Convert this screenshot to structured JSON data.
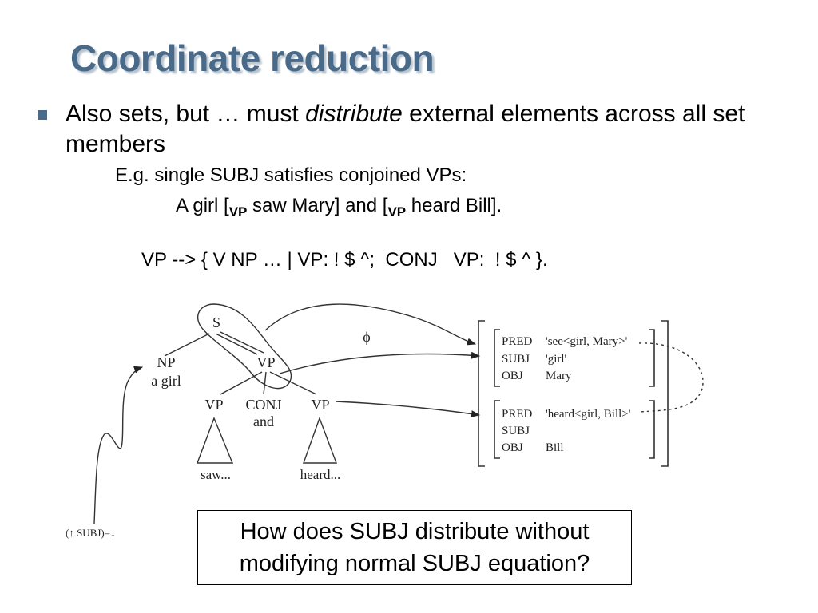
{
  "title": "Coordinate reduction",
  "bullet": {
    "part1": "Also sets, but … must ",
    "italic": "distribute",
    "part2": " external elements across all set members"
  },
  "example": {
    "line1": "E.g. single SUBJ satisfies conjoined VPs:",
    "sent_a": "A girl [",
    "sent_sub1": "VP",
    "sent_b": " saw Mary] and [",
    "sent_sub2": "VP",
    "sent_c": " heard Bill]."
  },
  "rule": "VP --> { V NP … | VP: ! $ ^;  CONJ   VP:  ! $ ^ }.",
  "tree": {
    "s": "S",
    "np": "NP",
    "np_word": "a girl",
    "vp_top": "VP",
    "vp_left": "VP",
    "conj": "CONJ",
    "conj_word": "and",
    "vp_right": "VP",
    "tri_left": "saw...",
    "tri_right": "heard...",
    "phi": "ϕ",
    "annotation": "(↑ SUBJ)=↓"
  },
  "fstructure": {
    "f1": [
      {
        "attr": "PRED",
        "val": "'see<girl, Mary>'"
      },
      {
        "attr": "SUBJ",
        "val": "'girl'"
      },
      {
        "attr": "OBJ",
        "val": "Mary"
      }
    ],
    "f2": [
      {
        "attr": "PRED",
        "val": "'heard<girl, Bill>'"
      },
      {
        "attr": "SUBJ",
        "val": ""
      },
      {
        "attr": "OBJ",
        "val": "Bill"
      }
    ]
  },
  "question": {
    "line1": "How does SUBJ distribute without",
    "line2": "modifying normal SUBJ equation?"
  }
}
